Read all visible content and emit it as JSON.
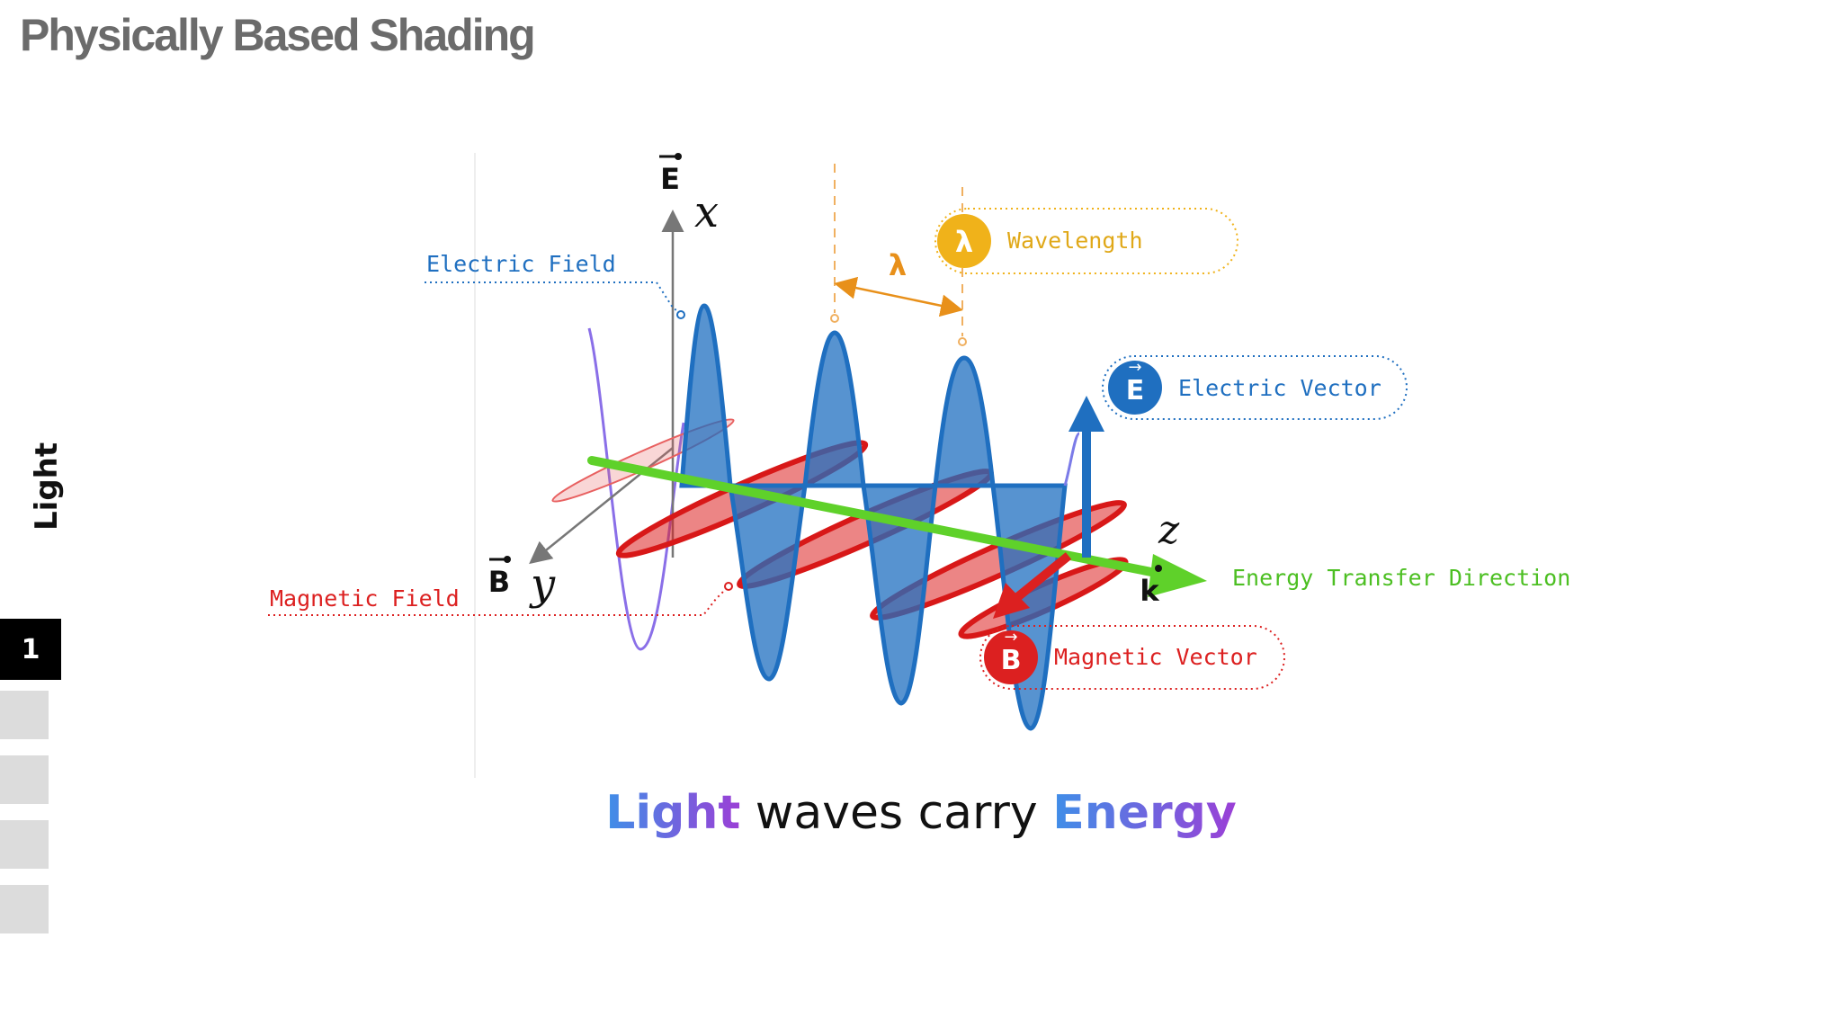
{
  "page_title": "Physically Based Shading",
  "section_label": "Light",
  "slide_tabs": {
    "active_number": "1"
  },
  "axes": {
    "e_symbol": "E",
    "x_label": "x",
    "b_symbol": "B",
    "y_label": "y",
    "z_label": "z",
    "k_symbol": "k"
  },
  "labels": {
    "electric_field": "Electric Field",
    "magnetic_field": "Magnetic Field",
    "lambda_symbol": "λ",
    "wavelength": "Wavelength",
    "electric_vector": "Electric Vector",
    "magnetic_vector": "Magnetic Vector",
    "energy_transfer_direction": "Energy Transfer Direction",
    "badge_lambda": "λ",
    "badge_e": "E",
    "badge_b": "B"
  },
  "caption": {
    "word1": "Light",
    "middle": " waves carry ",
    "word2": "Energy"
  },
  "colors": {
    "electric": "#1f6fc0",
    "magnetic": "#dc2020",
    "wavelength": "#f0b21a",
    "energy": "#5fd12a",
    "title": "#6b6b6b"
  }
}
